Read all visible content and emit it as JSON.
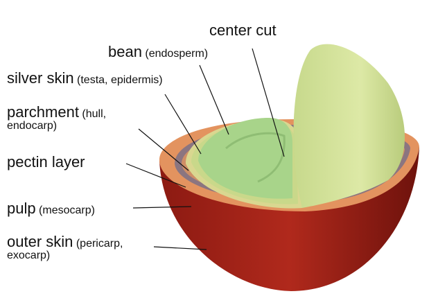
{
  "labels": {
    "center_cut": {
      "main": "center cut",
      "sub": ""
    },
    "bean": {
      "main": "bean",
      "sub": "(endosperm)"
    },
    "silver_skin": {
      "main": "silver skin",
      "sub": "(testa, epidermis)"
    },
    "parchment": {
      "main": "parchment",
      "sub": "(hull,",
      "sub2": "endocarp)"
    },
    "pectin_layer": {
      "main": "pectin layer",
      "sub": ""
    },
    "pulp": {
      "main": "pulp",
      "sub": "(mesocarp)"
    },
    "outer_skin": {
      "main": "outer skin",
      "sub": "(pericarp,",
      "sub2": "exocarp)"
    }
  },
  "colors": {
    "outer_skin_dark": "#7a1410",
    "outer_skin": "#a52a1e",
    "pulp": "#e3935f",
    "pectin": "#8b7580",
    "parchment": "#d9d790",
    "silver_skin": "#c9d88a",
    "bean": "#a8d48a",
    "bean_half": "#d8e6a0"
  }
}
